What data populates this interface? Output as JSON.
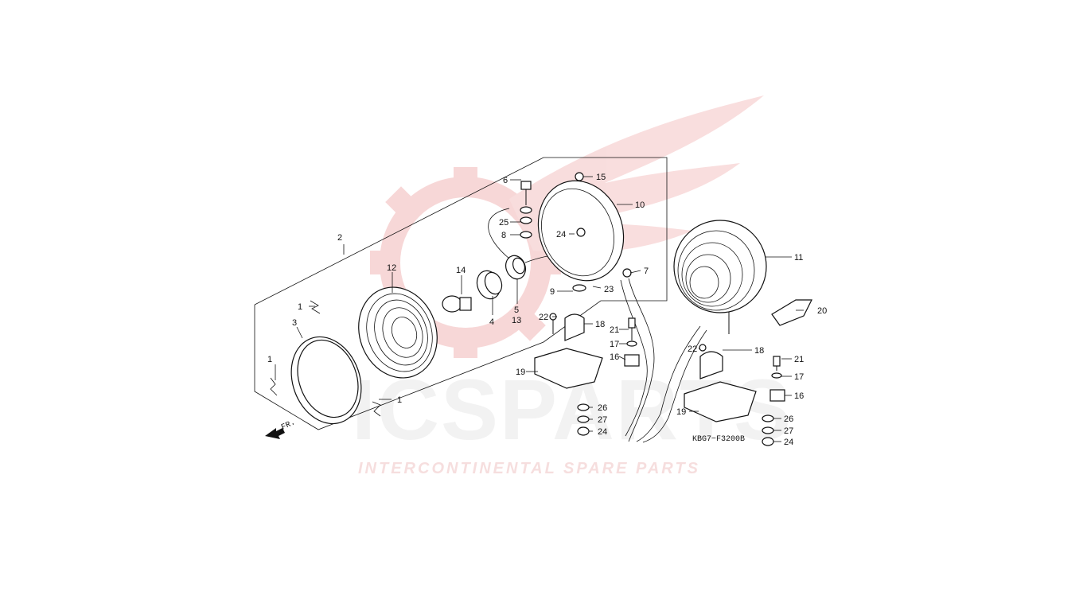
{
  "watermark": {
    "logo_text": "ICSPARTS",
    "tagline": "INTERCONTINENTAL SPARE PARTS",
    "colors": {
      "accent": "#e25b5b",
      "light": "#f4c9c9",
      "grey": "#e0e0e0"
    }
  },
  "diagram": {
    "code": "KBG7−F3200B",
    "direction_label": "FR.",
    "callouts": {
      "c1a": "1",
      "c1b": "1",
      "c1c": "1",
      "c2": "2",
      "c3": "3",
      "c4": "4",
      "c5": "5",
      "c6": "6",
      "c7": "7",
      "c8": "8",
      "c9": "9",
      "c10": "10",
      "c11": "11",
      "c12": "12",
      "c13": "13",
      "c14": "14",
      "c15": "15",
      "c16a": "16",
      "c16b": "16",
      "c17a": "17",
      "c17b": "17",
      "c18a": "18",
      "c18b": "18",
      "c19a": "19",
      "c19b": "19",
      "c20": "20",
      "c21a": "21",
      "c21b": "21",
      "c22a": "22",
      "c22b": "22",
      "c23": "23",
      "c24a": "24",
      "c24b": "24",
      "c24c": "24",
      "c25": "25",
      "c26a": "26",
      "c26b": "26",
      "c27a": "27",
      "c27b": "27"
    }
  }
}
